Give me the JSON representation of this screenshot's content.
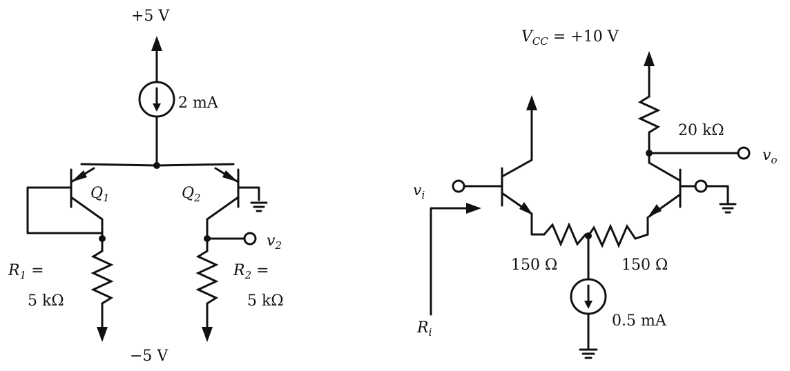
{
  "left": {
    "supply_top": "+5 V",
    "supply_bottom": "−5 V",
    "current_source": "2 mA",
    "q1": {
      "main": "Q",
      "sub": "1"
    },
    "q2": {
      "main": "Q",
      "sub": "2"
    },
    "r1": {
      "line1_main": "R",
      "line1_sub": "1",
      "line1_rest": " =",
      "line2": "5 kΩ"
    },
    "r2": {
      "line1_main": "R",
      "line1_sub": "2",
      "line1_rest": " =",
      "line2": "5 kΩ"
    },
    "output": {
      "main": "v",
      "sub": "2"
    }
  },
  "right": {
    "vcc": {
      "main": "V",
      "sub": "CC",
      "rest": " = +10 V"
    },
    "rc": "20 kΩ",
    "output": {
      "main": "v",
      "sub": "o"
    },
    "input": {
      "main": "v",
      "sub": "i"
    },
    "re_left": "150 Ω",
    "re_right": "150 Ω",
    "current_source": "0.5 mA",
    "input_resistance": {
      "main": "R",
      "sub": "i"
    }
  }
}
